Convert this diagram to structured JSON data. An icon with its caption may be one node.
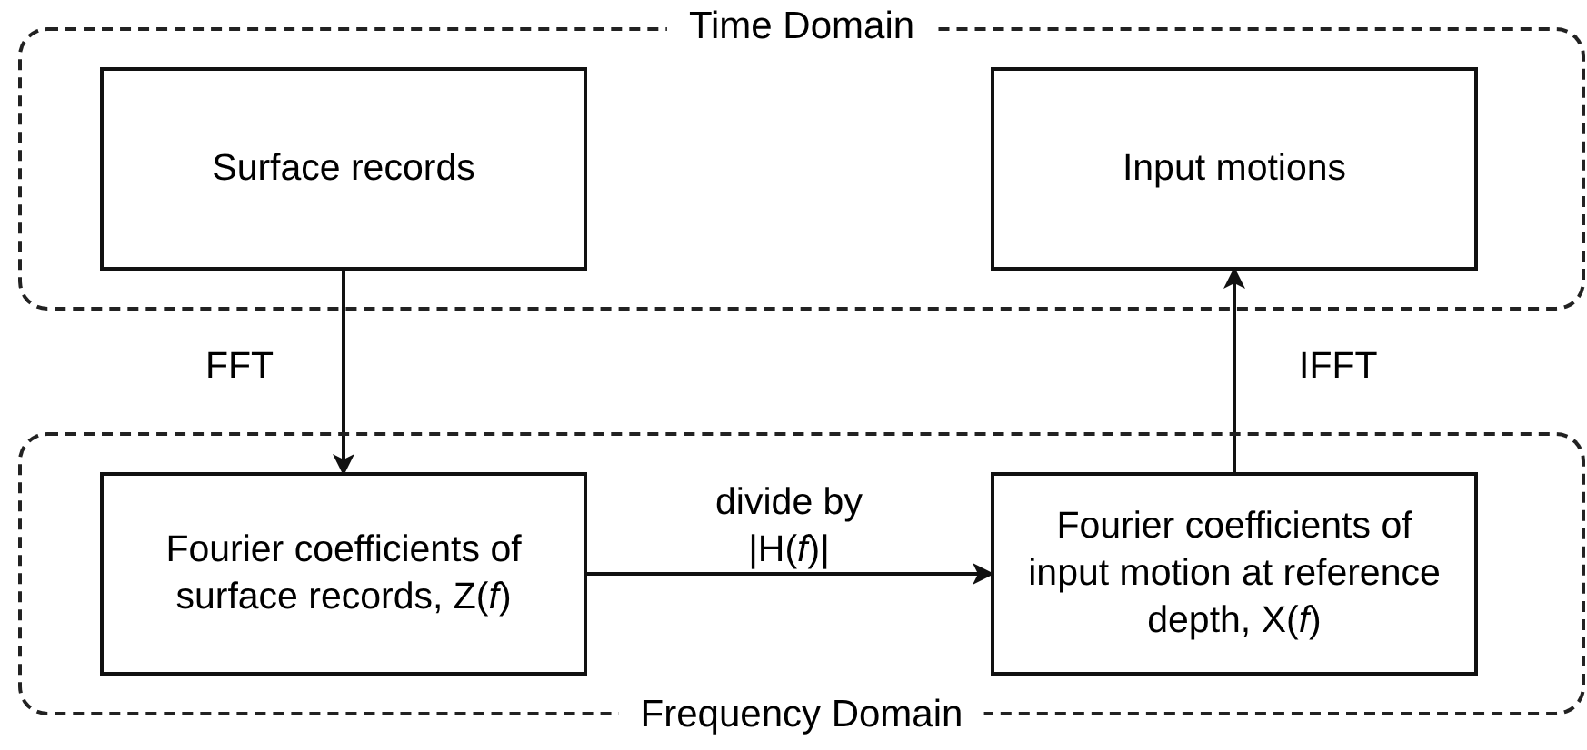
{
  "diagram": {
    "nodes": [
      {
        "text": [
          "Time Domain"
        ]
      },
      {
        "text": [
          "Surface records"
        ],
        "in": 0
      },
      {
        "text": [
          "Input motions"
        ],
        "in": 0
      },
      {
        "text": [
          "Frequency Domain"
        ]
      },
      {
        "text": [
          "Fourier coefficients of surface records, Z(*f*)"
        ],
        "in": 3
      },
      {
        "text": [
          "Fourier coefficients of input motion at reference depth, X(*f*)"
        ],
        "in": 3
      }
    ],
    "edges": [
      {
        "from": 1,
        "to": 4,
        "arrow": "to",
        "label": "FFT"
      },
      {
        "from": 4,
        "to": 5,
        "arrow": "to",
        "label": "divide by |H(*f*)|"
      },
      {
        "from": 5,
        "to": 2,
        "arrow": "to",
        "label": "IFFT"
      }
    ]
  }
}
